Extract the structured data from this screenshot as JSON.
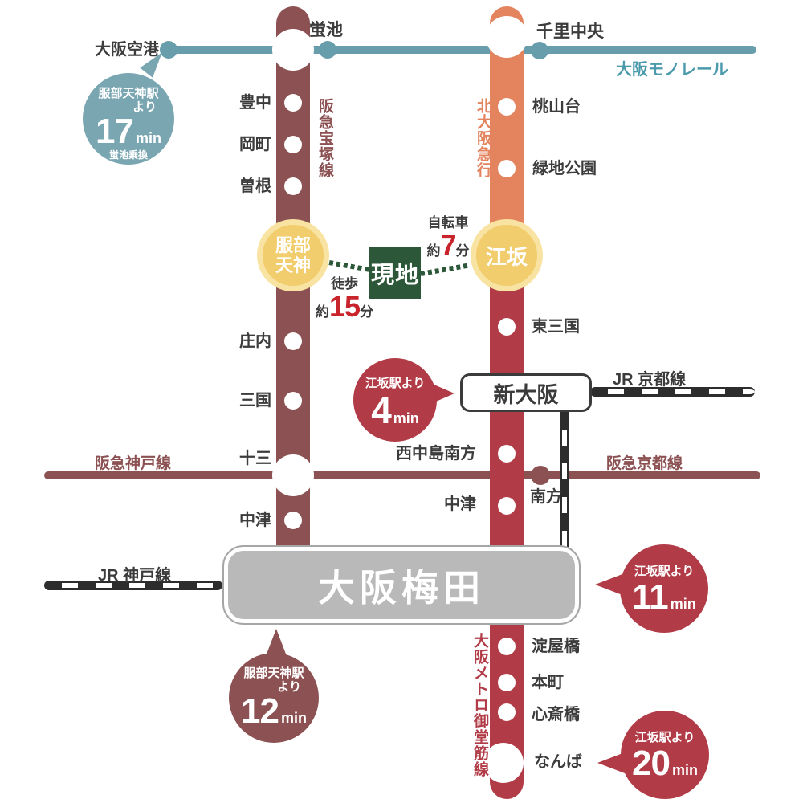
{
  "monorail": {
    "line_label": "大阪モノレール",
    "airport": "大阪空港"
  },
  "takarazuka": {
    "line_label": "阪急宝塚線",
    "hotarugaike": "蛍池",
    "toyonaka": "豊中",
    "okamachi": "岡町",
    "sone": "曽根",
    "hattori1": "服部",
    "hattori2": "天神",
    "shonai": "庄内",
    "mikuni": "三国",
    "juso": "十三",
    "nakatsu": "中津"
  },
  "kitakyu": {
    "line_label": "北大阪急行",
    "senrichuo": "千里中央",
    "momoyamadai": "桃山台",
    "ryokuchikoen": "緑地公園",
    "esaka": "江坂"
  },
  "midosuji": {
    "line_label": "大阪メトロ御堂筋線",
    "higashimikuni": "東三国",
    "nishinakajimaminamigata": "西中島南方",
    "nakatsu": "中津",
    "yodoyabashi": "淀屋橋",
    "hommachi": "本町",
    "shinsaibashi": "心斎橋",
    "namba": "なんば"
  },
  "hankyu": {
    "kobe_label": "阪急神戸線",
    "kyoto_label": "阪急京都線",
    "minamikata": "南方"
  },
  "jr": {
    "kyoto_label": "JR 京都線",
    "kobe_label": "JR 神戸線"
  },
  "hubs": {
    "shin_osaka": "新大阪",
    "umeda": "大阪梅田"
  },
  "site": {
    "label": "現地",
    "walk_mode": "徒歩",
    "walk_prefix": "約",
    "walk_value": "15",
    "walk_unit": "分",
    "bike_mode": "自転車",
    "bike_prefix": "約",
    "bike_value": "7",
    "bike_unit": "分"
  },
  "bubbles": {
    "monorail": {
      "line1": "服部天神駅",
      "line2": "より",
      "value": "17",
      "unit": "min",
      "note": "蛍池乗換"
    },
    "shinosaka": {
      "line1": "江坂駅より",
      "value": "4",
      "unit": "min"
    },
    "umeda_esaka": {
      "line1": "江坂駅より",
      "value": "11",
      "unit": "min"
    },
    "umeda_hattori": {
      "line1": "服部天神駅",
      "line2": "より",
      "value": "12",
      "unit": "min"
    },
    "namba": {
      "line1": "江坂駅より",
      "value": "20",
      "unit": "min"
    }
  },
  "colors": {
    "monorail_teal": "#689dab",
    "monorail_bubble_teal": "#7aa6b2",
    "hankyu_maroon": "#8c5152",
    "kitakyu_orange": "#e4845f",
    "midosuji_crimson": "#b13b46",
    "site_green": "#2c5839",
    "station_yellow": "#f1cd6d",
    "station_yellow_ring": "#f8e3a2",
    "accent_red": "#c9242b",
    "umeda_gray": "#b9b9b9",
    "jr_black": "#2d2d2d"
  }
}
